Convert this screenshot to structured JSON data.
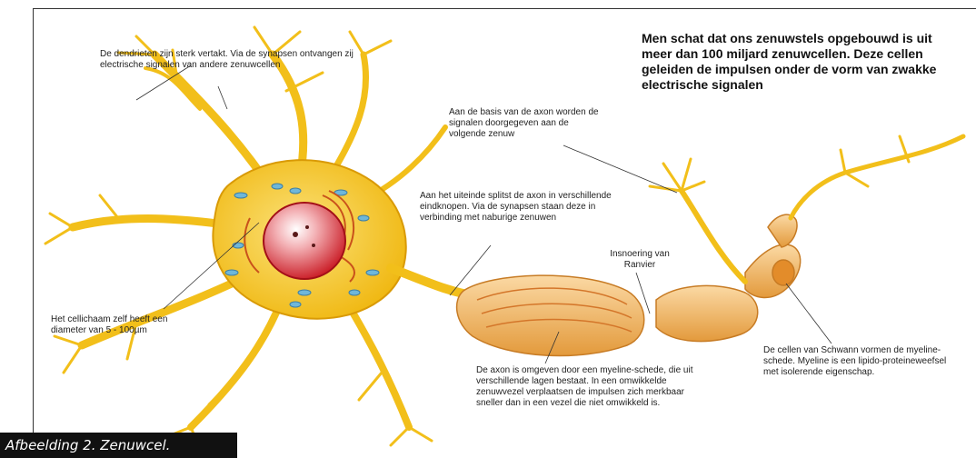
{
  "heading": "Men schat dat ons zenuwstels opgebouwd is uit meer dan 100 miljard zenuwcellen. Deze cellen geleiden de impulsen onder de vorm van zwakke electrische signalen",
  "labels": {
    "dendrites": "De dendrieten zijn sterk vertakt. Via de synapsen ontvangen zij electrische signalen van andere zenuwcellen",
    "axon_base": "Aan de basis van de axon worden de signalen doorgegeven aan de volgende zenuw",
    "axon_end": "Aan het uiteinde splitst de axon in verschillende eindknopen. Via de synapsen staan deze in verbinding met naburige zenuwen",
    "ranvier": "Insnoering van Ranvier",
    "cell_body": "Het cellichaam zelf heeft een diameter van 5 - 100µm",
    "schwann": "De cellen van Schwann vormen de myeline-schede. Myeline is een lipido-proteineweefsel met isolerende eigenschap.",
    "myelin": "De axon is omgeven door een myeline-schede, die uit verschillende lagen bestaat. In een omwikkelde zenuwvezel verplaatsen de impulsen zich merkbaar sneller dan in een vezel die niet omwikkeld is."
  },
  "caption": "Afbeelding 2. Zenuwcel.",
  "colors": {
    "neuron_fill": "#f5c518",
    "neuron_edge": "#d99a06",
    "nucleus": "#d8202a",
    "myelin": "#f6c27a",
    "caption_bg": "#111111"
  }
}
